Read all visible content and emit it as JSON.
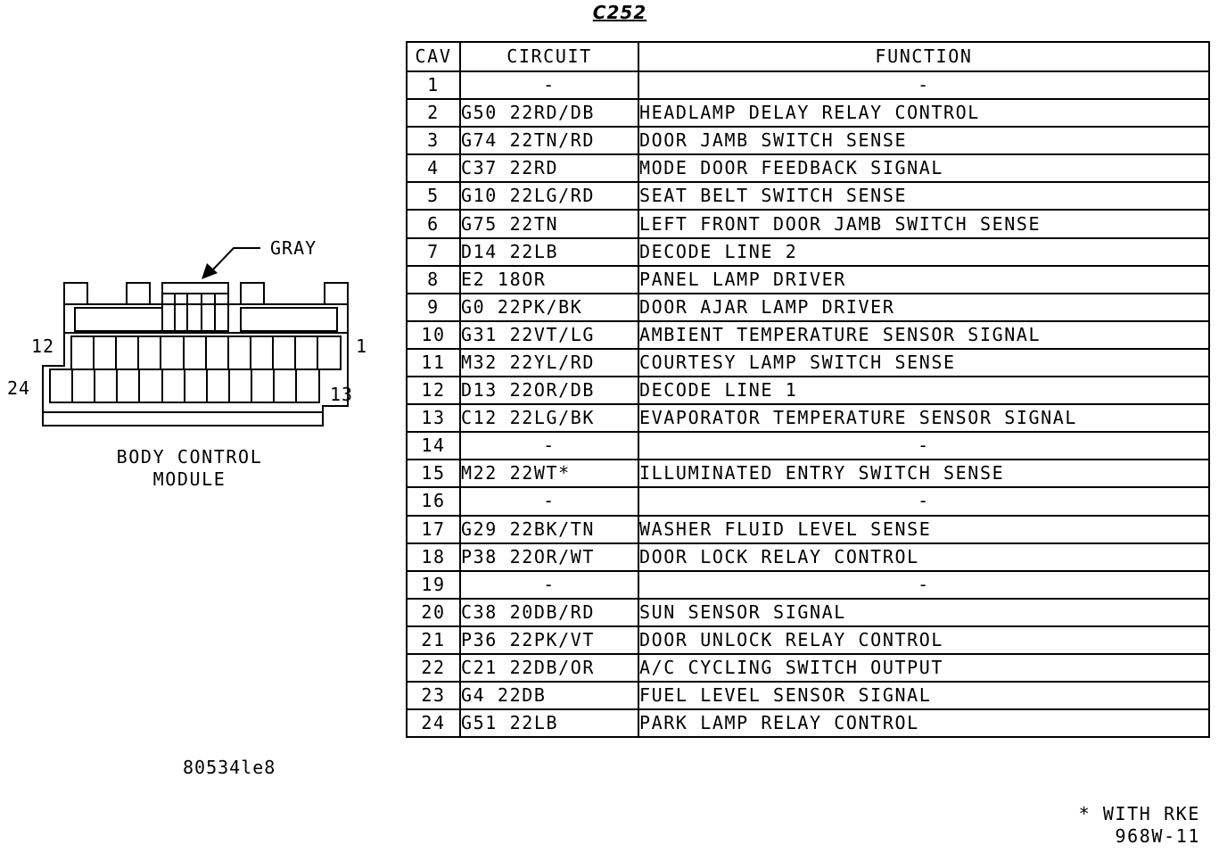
{
  "connector": {
    "title": "C252",
    "color_label": "GRAY",
    "module_line1": "BODY CONTROL",
    "module_line2": "MODULE",
    "pin_labels": {
      "top_left": "12",
      "top_right": "1",
      "bottom_left": "24",
      "bottom_right": "13"
    }
  },
  "table": {
    "headers": [
      "CAV",
      "CIRCUIT",
      "FUNCTION"
    ],
    "rows": [
      {
        "cav": "1",
        "circuit": "-",
        "function": "-"
      },
      {
        "cav": "2",
        "circuit": "G50 22RD/DB",
        "function": "HEADLAMP DELAY RELAY CONTROL"
      },
      {
        "cav": "3",
        "circuit": "G74 22TN/RD",
        "function": "DOOR JAMB SWITCH SENSE"
      },
      {
        "cav": "4",
        "circuit": "C37 22RD",
        "function": "MODE DOOR FEEDBACK SIGNAL"
      },
      {
        "cav": "5",
        "circuit": "G10 22LG/RD",
        "function": "SEAT BELT SWITCH SENSE"
      },
      {
        "cav": "6",
        "circuit": "G75 22TN",
        "function": "LEFT FRONT DOOR JAMB SWITCH SENSE"
      },
      {
        "cav": "7",
        "circuit": "D14 22LB",
        "function": "DECODE LINE 2"
      },
      {
        "cav": "8",
        "circuit": "E2 18OR",
        "function": "PANEL LAMP DRIVER"
      },
      {
        "cav": "9",
        "circuit": "G0 22PK/BK",
        "function": "DOOR AJAR LAMP DRIVER"
      },
      {
        "cav": "10",
        "circuit": "G31 22VT/LG",
        "function": "AMBIENT TEMPERATURE SENSOR SIGNAL"
      },
      {
        "cav": "11",
        "circuit": "M32 22YL/RD",
        "function": "COURTESY LAMP SWITCH SENSE"
      },
      {
        "cav": "12",
        "circuit": "D13 22OR/DB",
        "function": "DECODE LINE 1"
      },
      {
        "cav": "13",
        "circuit": "C12 22LG/BK",
        "function": "EVAPORATOR TEMPERATURE SENSOR SIGNAL"
      },
      {
        "cav": "14",
        "circuit": "-",
        "function": "-"
      },
      {
        "cav": "15",
        "circuit": "M22 22WT*",
        "function": "ILLUMINATED ENTRY SWITCH SENSE"
      },
      {
        "cav": "16",
        "circuit": "-",
        "function": "-"
      },
      {
        "cav": "17",
        "circuit": "G29 22BK/TN",
        "function": "WASHER FLUID LEVEL SENSE"
      },
      {
        "cav": "18",
        "circuit": "P38 22OR/WT",
        "function": "DOOR LOCK RELAY CONTROL"
      },
      {
        "cav": "19",
        "circuit": "-",
        "function": "-"
      },
      {
        "cav": "20",
        "circuit": "C38 20DB/RD",
        "function": "SUN SENSOR SIGNAL"
      },
      {
        "cav": "21",
        "circuit": "P36 22PK/VT",
        "function": "DOOR UNLOCK RELAY CONTROL"
      },
      {
        "cav": "22",
        "circuit": "C21 22DB/OR",
        "function": "A/C CYCLING SWITCH OUTPUT"
      },
      {
        "cav": "23",
        "circuit": "G4 22DB",
        "function": "FUEL LEVEL SENSOR SIGNAL"
      },
      {
        "cav": "24",
        "circuit": "G51 22LB",
        "function": "PARK LAMP RELAY CONTROL"
      }
    ]
  },
  "footer": {
    "ref_code": "80534le8",
    "footnote": "* WITH RKE",
    "figure_id": "968W-11"
  }
}
